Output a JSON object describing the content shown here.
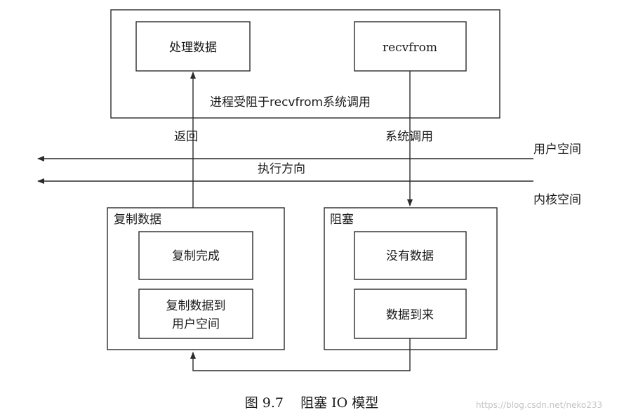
{
  "user_process": {
    "process_data_label": "处理数据",
    "recvfrom_label": "recvfrom",
    "blocked_note": "进程受阻于recvfrom系统调用"
  },
  "arrows": {
    "return_label": "返回",
    "syscall_label": "系统调用",
    "direction_label": "执行方向"
  },
  "spaces": {
    "user_space": "用户空间",
    "kernel_space": "内核空间"
  },
  "copy_panel": {
    "title": "复制数据",
    "copy_done": "复制完成",
    "copy_to_user_line1": "复制数据到",
    "copy_to_user_line2": "用户空间"
  },
  "block_panel": {
    "title": "阻塞",
    "no_data": "没有数据",
    "data_arrived": "数据到来"
  },
  "caption": "图 9.7    阻塞 IO 模型",
  "watermark": "https://blog.csdn.net/neko233"
}
